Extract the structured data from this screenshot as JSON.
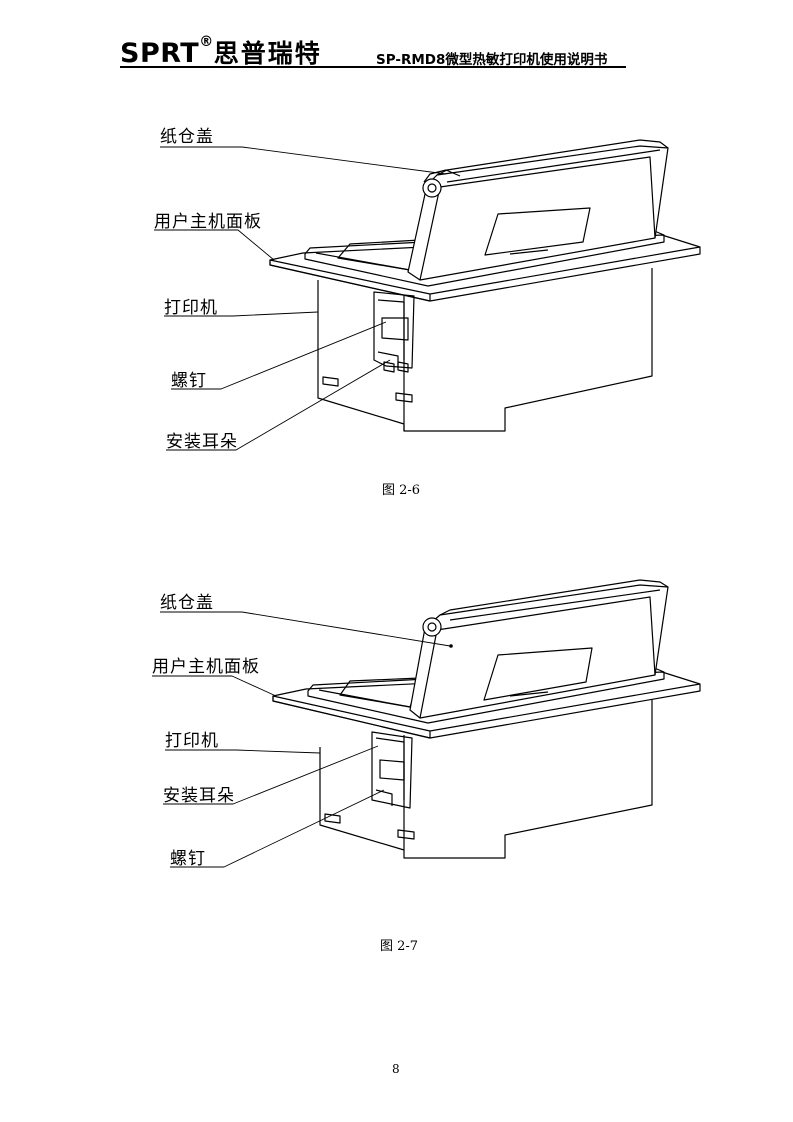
{
  "header": {
    "brand": "SPRT",
    "registered": "®",
    "brand_cn": "思普瑞特",
    "doc_title": "SP-RMD8微型热敏打印机使用说明书"
  },
  "figure1": {
    "labels": [
      "纸仓盖",
      "用户主机面板",
      "打印机",
      "螺钉",
      "安装耳朵"
    ],
    "caption": "图 2-6"
  },
  "figure2": {
    "labels": [
      "纸仓盖",
      "用户主机面板",
      "打印机",
      "安装耳朵",
      "螺钉"
    ],
    "caption": "图 2-7"
  },
  "page_number": "8"
}
